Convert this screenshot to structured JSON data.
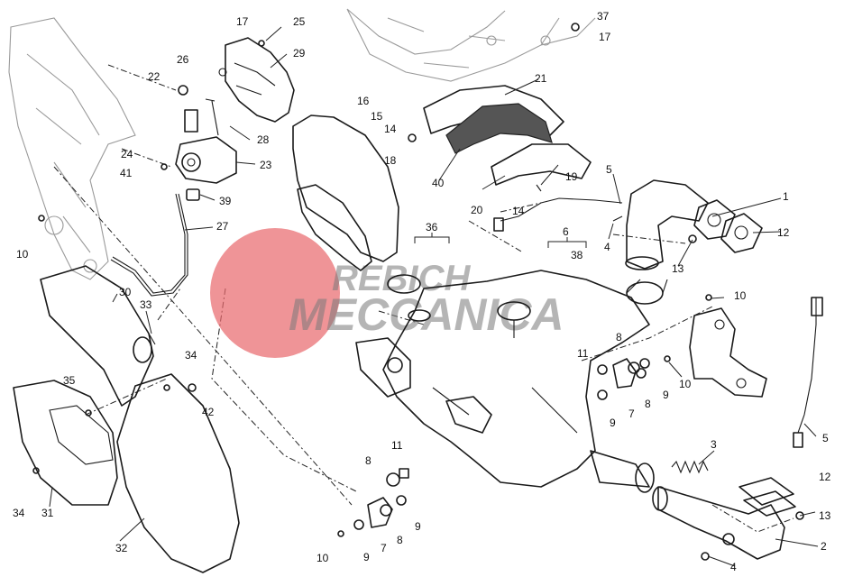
{
  "watermark": {
    "line1": "REBICH",
    "line2": "MECCANICA",
    "disc_color": "#e8666b",
    "text_color": "#7a7a7a"
  },
  "callouts": [
    {
      "id": "c1",
      "text": "1"
    },
    {
      "id": "c2",
      "text": "2"
    },
    {
      "id": "c3",
      "text": "3"
    },
    {
      "id": "c4a",
      "text": "4"
    },
    {
      "id": "c4b",
      "text": "4"
    },
    {
      "id": "c5a",
      "text": "5"
    },
    {
      "id": "c5b",
      "text": "5"
    },
    {
      "id": "c6",
      "text": "6"
    },
    {
      "id": "c7a",
      "text": "7"
    },
    {
      "id": "c7b",
      "text": "7"
    },
    {
      "id": "c8a",
      "text": "8"
    },
    {
      "id": "c8b",
      "text": "8"
    },
    {
      "id": "c8c",
      "text": "8"
    },
    {
      "id": "c8d",
      "text": "8"
    },
    {
      "id": "c9a",
      "text": "9"
    },
    {
      "id": "c9b",
      "text": "9"
    },
    {
      "id": "c9c",
      "text": "9"
    },
    {
      "id": "c9d",
      "text": "9"
    },
    {
      "id": "c10a",
      "text": "10"
    },
    {
      "id": "c10b",
      "text": "10"
    },
    {
      "id": "c10c",
      "text": "10"
    },
    {
      "id": "c10d",
      "text": "10"
    },
    {
      "id": "c11a",
      "text": "11"
    },
    {
      "id": "c11b",
      "text": "11"
    },
    {
      "id": "c12a",
      "text": "12"
    },
    {
      "id": "c12b",
      "text": "12"
    },
    {
      "id": "c13a",
      "text": "13"
    },
    {
      "id": "c13b",
      "text": "13"
    },
    {
      "id": "c14a",
      "text": "14"
    },
    {
      "id": "c14b",
      "text": "14"
    },
    {
      "id": "c15",
      "text": "15"
    },
    {
      "id": "c16",
      "text": "16"
    },
    {
      "id": "c17a",
      "text": "17"
    },
    {
      "id": "c17b",
      "text": "17"
    },
    {
      "id": "c18",
      "text": "18"
    },
    {
      "id": "c19",
      "text": "19"
    },
    {
      "id": "c20",
      "text": "20"
    },
    {
      "id": "c21",
      "text": "21"
    },
    {
      "id": "c22",
      "text": "22"
    },
    {
      "id": "c23",
      "text": "23"
    },
    {
      "id": "c24",
      "text": "24"
    },
    {
      "id": "c25",
      "text": "25"
    },
    {
      "id": "c26",
      "text": "26"
    },
    {
      "id": "c27",
      "text": "27"
    },
    {
      "id": "c28",
      "text": "28"
    },
    {
      "id": "c29",
      "text": "29"
    },
    {
      "id": "c30",
      "text": "30"
    },
    {
      "id": "c31",
      "text": "31"
    },
    {
      "id": "c32",
      "text": "32"
    },
    {
      "id": "c33",
      "text": "33"
    },
    {
      "id": "c34a",
      "text": "34"
    },
    {
      "id": "c34b",
      "text": "34"
    },
    {
      "id": "c35",
      "text": "35"
    },
    {
      "id": "c36",
      "text": "36"
    },
    {
      "id": "c37",
      "text": "37"
    },
    {
      "id": "c38",
      "text": "38"
    },
    {
      "id": "c39",
      "text": "39"
    },
    {
      "id": "c40",
      "text": "40"
    },
    {
      "id": "c41",
      "text": "41"
    },
    {
      "id": "c42",
      "text": "42"
    }
  ]
}
